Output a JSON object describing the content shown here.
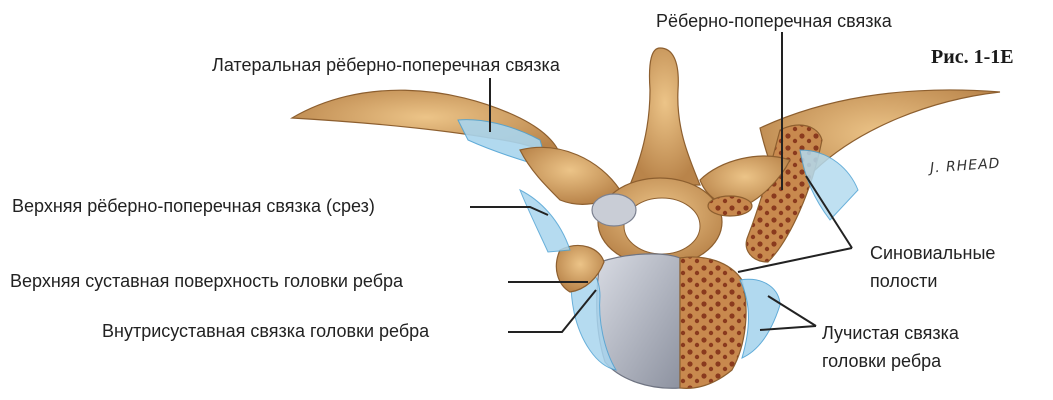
{
  "figure": {
    "title": "Рис. 1-1E",
    "signature": "J. RHEAD"
  },
  "labels": {
    "costotransverse": "Рёберно-поперечная связка",
    "lateral_costotransverse": "Латеральная рёберно-поперечная связка",
    "superior_costotransverse": "Верхняя рёберно-поперечная связка (срез)",
    "superior_articular_facet": "Верхняя суставная поверхность головки ребра",
    "intraarticular": "Внутрисуставная связка головки ребра",
    "synovial_line1": "Синовиальные",
    "synovial_line2": "полости",
    "radiate_line1": "Лучистая связка",
    "radiate_line2": "головки ребра"
  },
  "colors": {
    "bone": "#d9a868",
    "bone_dark": "#b5814a",
    "ligament": "#8ec8e6",
    "ligament_dark": "#4fa3d4",
    "marrow": "#a04a2a",
    "disc": "#b9bcc6",
    "leader": "#222222"
  }
}
